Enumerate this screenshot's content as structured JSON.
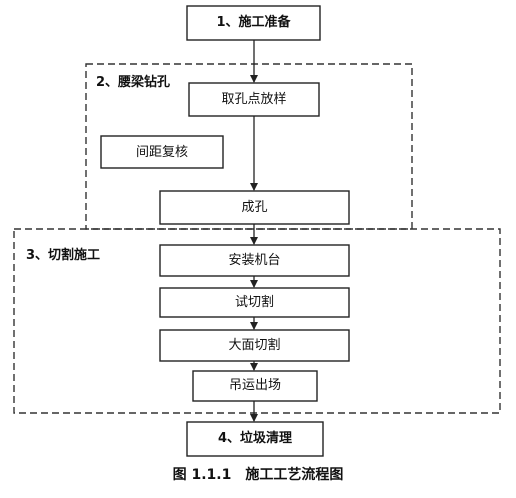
{
  "diagram": {
    "steps": {
      "prepare": "1、施工准备",
      "layout": "取孔点放样",
      "recheck": "间距复核",
      "hole": "成孔",
      "install": "安装机台",
      "trial_cut": "试切割",
      "surface_cut": "大面切割",
      "hoist": "吊运出场",
      "cleanup": "4、垃圾清理"
    },
    "groups": {
      "drilling": "2、腰梁钻孔",
      "cutting": "3、切割施工"
    },
    "caption": "图 1.1.1　施工工艺流程图"
  },
  "colors": {
    "line": "#222222",
    "dash": "#333333",
    "text": "#111111",
    "background": "#ffffff"
  }
}
